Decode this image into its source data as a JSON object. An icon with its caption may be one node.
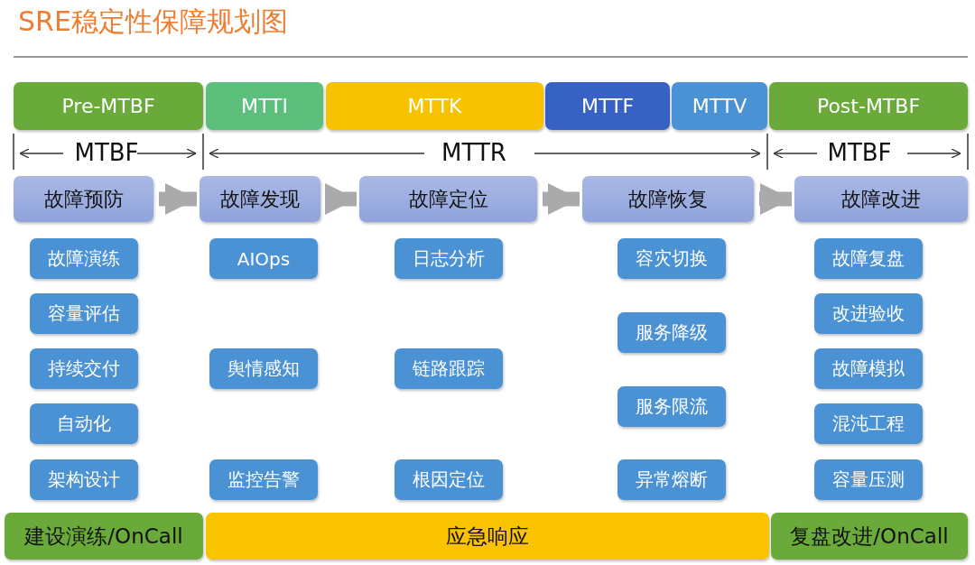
{
  "diagram": {
    "title": "SRE稳定性保障规划图",
    "nodes": [
      {
        "text": [
          "Pre-MTBF"
        ]
      },
      {
        "text": [
          "MTTI"
        ]
      },
      {
        "text": [
          "MTTK"
        ]
      },
      {
        "text": [
          "MTTF"
        ]
      },
      {
        "text": [
          "MTTV"
        ]
      },
      {
        "text": [
          "Post-MTBF"
        ]
      },
      {
        "text": [
          "故障预防"
        ]
      },
      {
        "text": [
          "故障发现"
        ]
      },
      {
        "text": [
          "故障定位"
        ]
      },
      {
        "text": [
          "故障恢复"
        ]
      },
      {
        "text": [
          "故障改进"
        ]
      },
      {
        "text": [
          "故障演练"
        ]
      },
      {
        "text": [
          "容量评估"
        ]
      },
      {
        "text": [
          "持续交付"
        ]
      },
      {
        "text": [
          "自动化"
        ]
      },
      {
        "text": [
          "架构设计"
        ]
      },
      {
        "text": [
          "AIOps"
        ]
      },
      {
        "text": [
          "舆情感知"
        ]
      },
      {
        "text": [
          "监控告警"
        ]
      },
      {
        "text": [
          "日志分析"
        ]
      },
      {
        "text": [
          "链路跟踪"
        ]
      },
      {
        "text": [
          "根因定位"
        ]
      },
      {
        "text": [
          "容灾切换"
        ]
      },
      {
        "text": [
          "服务降级"
        ]
      },
      {
        "text": [
          "服务限流"
        ]
      },
      {
        "text": [
          "异常熔断"
        ]
      },
      {
        "text": [
          "故障复盘"
        ]
      },
      {
        "text": [
          "改进验收"
        ]
      },
      {
        "text": [
          "故障模拟"
        ]
      },
      {
        "text": [
          "混沌工程"
        ]
      },
      {
        "text": [
          "容量压测"
        ]
      },
      {
        "text": [
          "建设演练/OnCall"
        ]
      },
      {
        "text": [
          "应急响应"
        ]
      },
      {
        "text": [
          "复盘改进/OnCall"
        ]
      }
    ],
    "edges": [
      {
        "from": 6,
        "to": 7,
        "arrow": "to"
      },
      {
        "from": 7,
        "to": 8,
        "arrow": "to"
      },
      {
        "from": 8,
        "to": 9,
        "arrow": "to"
      },
      {
        "from": 9,
        "to": 10,
        "arrow": "to"
      }
    ],
    "labels": [
      "MTBF",
      "MTTR",
      "MTBF"
    ]
  }
}
